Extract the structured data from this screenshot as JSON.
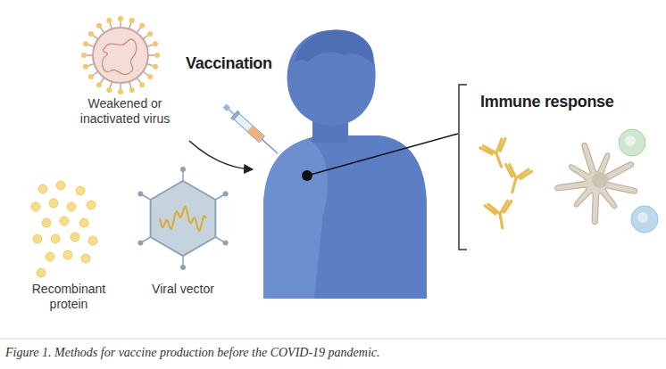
{
  "diagram": {
    "caption": "Figure 1. Methods for vaccine production before the COVID-19 pandemic.",
    "labels": [
      "Vaccination",
      "Weakened or inactivated virus",
      "Recombinant protein",
      "Viral vector",
      "Immune response"
    ]
  }
}
